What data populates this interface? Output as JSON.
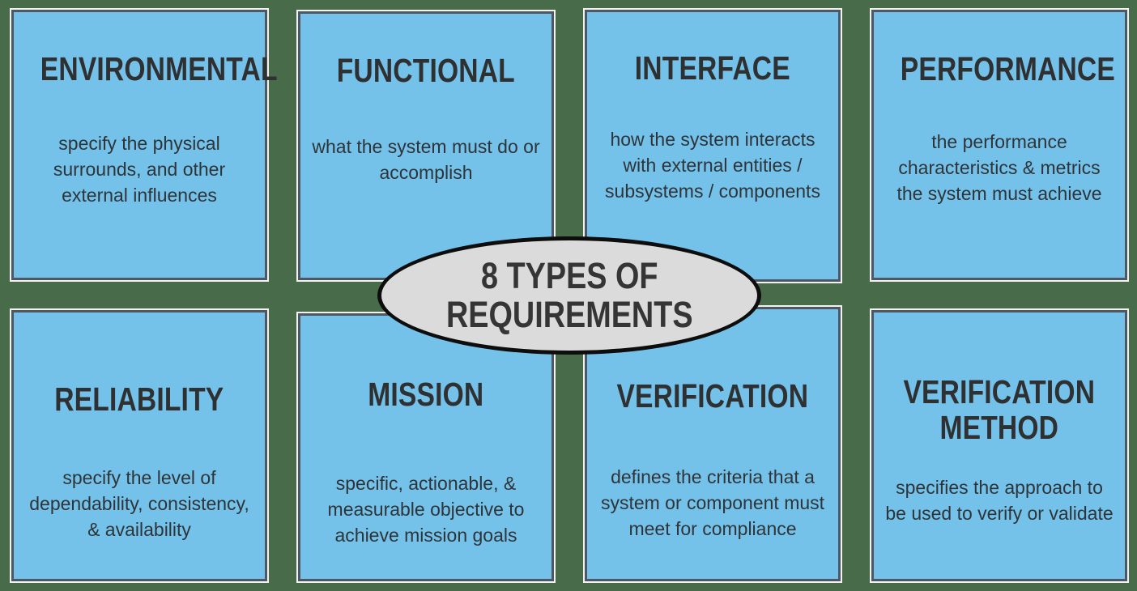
{
  "diagram": {
    "center": {
      "label": "8 TYPES OF\nREQUIREMENTS",
      "shape": "ellipse",
      "fill_color": "#dbdbdb",
      "border_color": "#0d0d0d",
      "text_color": "#353535"
    },
    "background_color": "#486b4a",
    "card_fill_color": "#74c2ea",
    "card_border_color": "#4f5862",
    "card_text_color": "#2f3438",
    "cards": [
      {
        "title": "ENVIRONMENTAL",
        "description": "specify the physical surrounds, and other external influences"
      },
      {
        "title": "FUNCTIONAL",
        "description": "what the system must do or accomplish"
      },
      {
        "title": "INTERFACE",
        "description": "how the system interacts with external entities / subsystems / components"
      },
      {
        "title": "PERFORMANCE",
        "description": "the performance characteristics & metrics the system must achieve"
      },
      {
        "title": "RELIABILITY",
        "description": "specify the level of dependability, consistency, & availability"
      },
      {
        "title": "MISSION",
        "description": "specific, actionable, & measurable objective to achieve mission goals"
      },
      {
        "title": "VERIFICATION",
        "description": "defines the criteria that a system or component must meet for compliance"
      },
      {
        "title": "VERIFICATION METHOD",
        "description": "specifies the approach to be used to verify or validate"
      }
    ]
  }
}
